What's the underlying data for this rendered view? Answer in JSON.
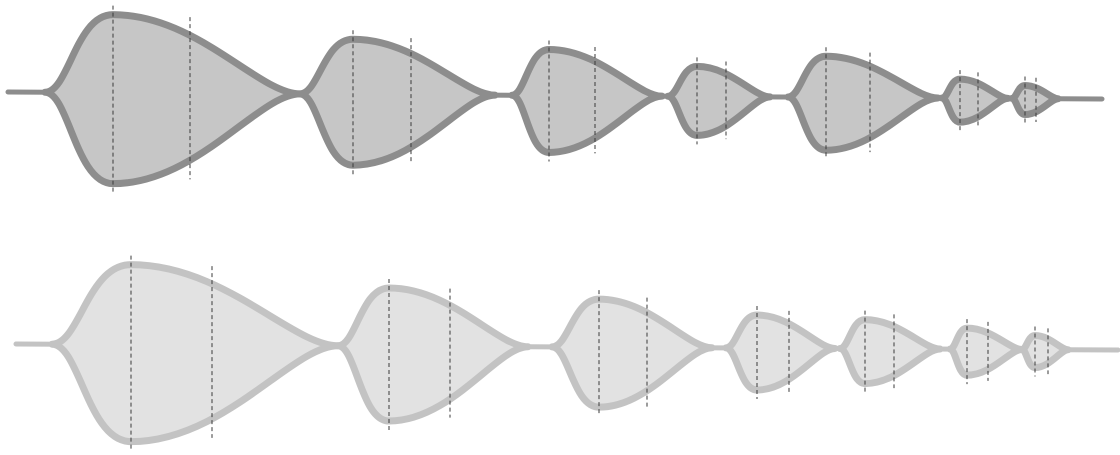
{
  "diagram": {
    "strands": [
      {
        "name": "top-strand",
        "fill": "#c6c6c6",
        "stroke": "#8d8d8d",
        "segment_count": 7,
        "dashed_markers_per_segment": 2
      },
      {
        "name": "bottom-strand",
        "fill": "#e2e2e2",
        "stroke": "#c3c3c3",
        "segment_count": 7,
        "dashed_markers_per_segment": 2
      }
    ]
  }
}
